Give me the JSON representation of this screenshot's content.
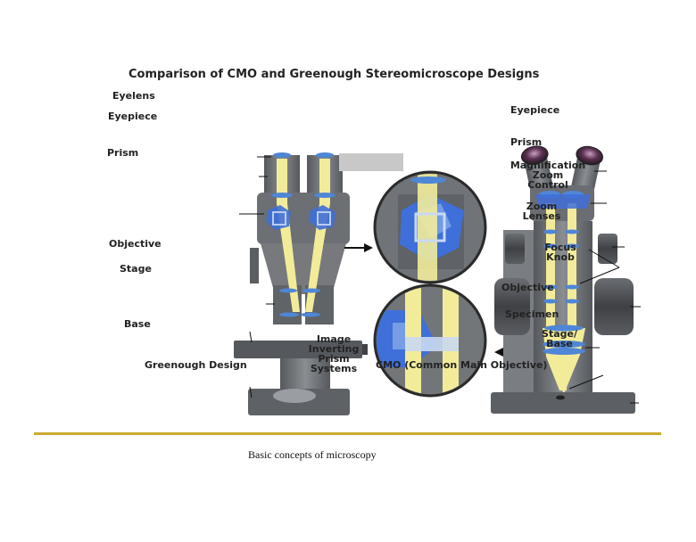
{
  "figure": {
    "title": "Comparison of CMO and Greenough Stereomicroscope Designs",
    "greenough": {
      "caption": "Greenough Design",
      "labels": {
        "eyelens": "Eyelens",
        "eyepiece": "Eyepiece",
        "prism": "Prism",
        "objective": "Objective",
        "stage": "Stage",
        "base": "Base"
      }
    },
    "center": {
      "label_line1": "Image",
      "label_line2": "Inverting",
      "label_line3": "Prism",
      "label_line4": "Systems"
    },
    "cmo": {
      "caption": "CMO (Common Main Objective)",
      "labels": {
        "eyepiece": "Eyepiece",
        "prism": "Prism",
        "magnification": "Magnification",
        "zoom_control_1": "Zoom",
        "zoom_control_2": "Control",
        "zoom_lenses_1": "Zoom",
        "zoom_lenses_2": "Lenses",
        "focus_1": "Focus",
        "focus_2": "Knob",
        "objective": "Objective",
        "specimen": "Specimen",
        "stage_1": "Stage/",
        "stage_2": "Base"
      }
    }
  },
  "footer": {
    "text": "Basic concepts of microscopy"
  },
  "colors": {
    "body_gray": "#6b6e72",
    "dark_gray": "#4a4c50",
    "light_path": "#f2ec9a",
    "lens_blue": "#4f86d6",
    "prism_blue": "#3f6fd8",
    "rule": "#c9ab2e"
  }
}
